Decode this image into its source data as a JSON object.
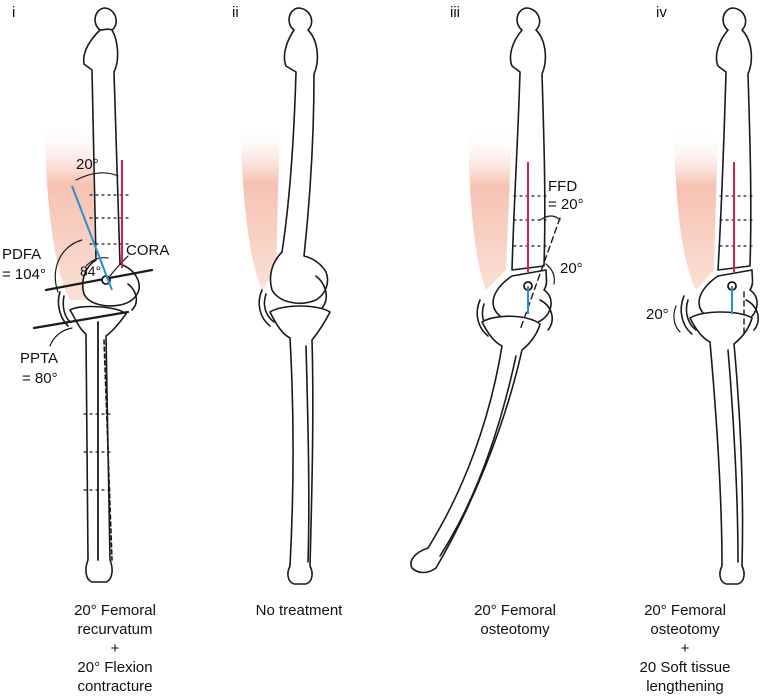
{
  "panels": [
    {
      "id": "i",
      "caption": [
        "20° Femoral",
        "recurvatum",
        "+",
        "20° Flexion",
        "contracture"
      ],
      "annotations": {
        "angle_top": "20°",
        "pdfa_label": "PDFA",
        "pdfa_value": "= 104°",
        "angle_84": "84°",
        "cora": "CORA",
        "ppta_label": "PPTA",
        "ppta_value": "= 80°"
      }
    },
    {
      "id": "ii",
      "caption": [
        "No treatment"
      ]
    },
    {
      "id": "iii",
      "caption": [
        "20° Femoral",
        "osteotomy"
      ],
      "annotations": {
        "ffd_label": "FFD",
        "ffd_value": "= 20°",
        "angle": "20°"
      }
    },
    {
      "id": "iv",
      "caption": [
        "20° Femoral",
        "osteotomy",
        "+",
        "20  Soft tissue",
        "lengthening"
      ],
      "annotations": {
        "angle": "20°"
      }
    }
  ],
  "colors": {
    "bone_outline": "#1a1a1a",
    "femoral_axis": "#d4234a",
    "tibial_axis": "#2a8fd0",
    "soft_tissue": "#f6c2b2"
  }
}
